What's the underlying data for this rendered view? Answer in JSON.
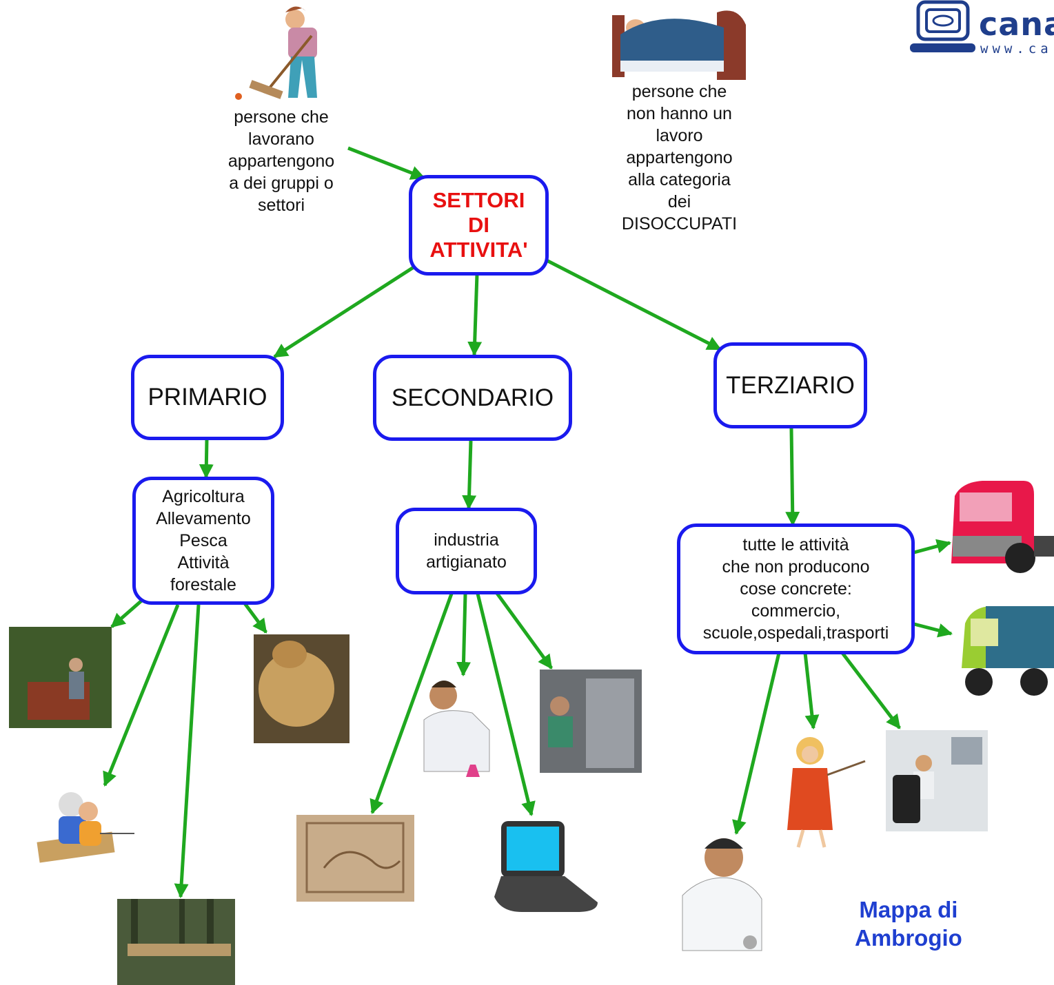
{
  "logo": {
    "word": "canal",
    "url": "www.ca"
  },
  "intro": {
    "workers": "persone che\nlavorano\nappartengono\na dei gruppi o\nsettori",
    "unemployed": "persone che\nnon hanno un\nlavoro\nappartengono\nalla categoria\ndei\nDISOCCUPATI"
  },
  "center": {
    "title": "SETTORI\nDI\nATTIVITA'"
  },
  "sectors": {
    "primario": {
      "label": "PRIMARIO",
      "detail": "Agricoltura\nAllevamento\nPesca\nAttività\nforestale"
    },
    "secondario": {
      "label": "SECONDARIO",
      "detail": "industria\nartigianato"
    },
    "terziario": {
      "label": "TERZIARIO",
      "detail": "tutte le attività\nche non producono\ncose concrete:\ncommercio,\nscuole,ospedali,trasporti"
    }
  },
  "credit": "Mappa di\nAmbrogio",
  "colors": {
    "node_border": "#1a1aee",
    "arrow": "#1fa81f",
    "title": "#e81010",
    "credit": "#1f3fd0"
  }
}
